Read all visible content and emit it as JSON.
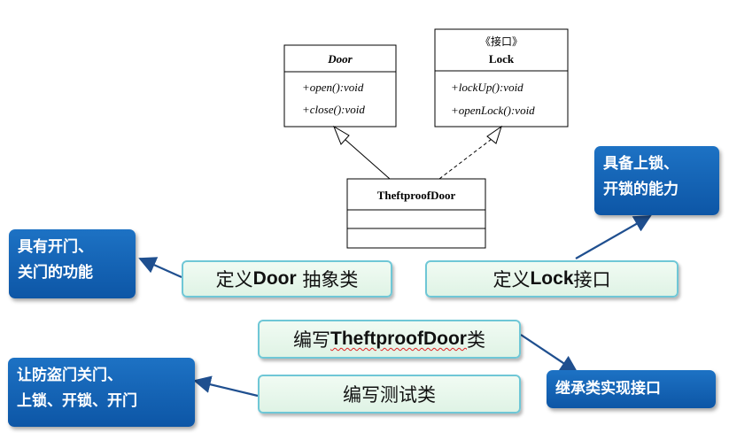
{
  "uml": {
    "door": {
      "name": "Door",
      "methods": [
        "+open():void",
        "+close():void"
      ]
    },
    "lock": {
      "stereotype": "《接口》",
      "name": "Lock",
      "methods": [
        "+lockUp():void",
        "+openLock():void"
      ]
    },
    "theftproof_door": {
      "name": "TheftproofDoor"
    }
  },
  "steps": {
    "define_door": {
      "prefix": "定义",
      "bold": "Door",
      "suffix": " 抽象类"
    },
    "define_lock": {
      "prefix": "定义",
      "bold": "Lock",
      "suffix": "接口"
    },
    "write_class": {
      "prefix": "编写",
      "bold": "TheftproofDoor",
      "suffix": "类"
    },
    "write_test": {
      "text": "编写测试类"
    }
  },
  "notes": {
    "door_function": [
      "具有开门、",
      "关门的功能"
    ],
    "lock_ability": [
      "具备上锁、",
      "开锁的能力"
    ],
    "inherit_implement": [
      "继承类实现接口"
    ],
    "test_actions": [
      "让防盗门关门、",
      "上锁、开锁、开门"
    ]
  },
  "colors": {
    "note_blue": "#1565b8",
    "step_green_fill": "#e6f6ea",
    "step_border_teal": "#6fc7d6",
    "arrow_blue": "#1f4f8f"
  }
}
